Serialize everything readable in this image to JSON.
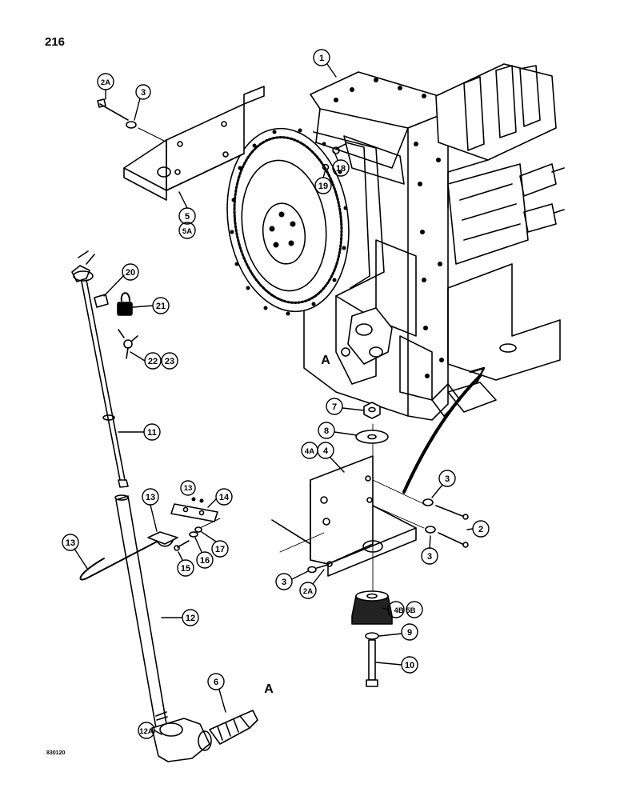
{
  "page_number": "216",
  "drawing_number": "830120",
  "section_letter": "A",
  "callouts": {
    "c1": "1",
    "c2": "2",
    "c2a_top": "2A",
    "c2a_bottom": "2A",
    "c3_top": "3",
    "c3_right_upper": "3",
    "c3_right_lower": "3",
    "c3_bottom": "3",
    "c4": "4",
    "c4a": "4A",
    "c4b5b": "4B 5B",
    "c5": "5",
    "c5a": "5A",
    "c6": "6",
    "c7": "7",
    "c8": "8",
    "c9": "9",
    "c10": "10",
    "c11": "11",
    "c12": "12",
    "c12a": "12A",
    "c13_left": "13",
    "c13_mid": "13",
    "c13_right": "13",
    "c14": "14",
    "c15": "15",
    "c16": "16",
    "c17": "17",
    "c18": "18",
    "c19": "19",
    "c20": "20",
    "c21": "21",
    "c22": "22",
    "c23": "23"
  }
}
